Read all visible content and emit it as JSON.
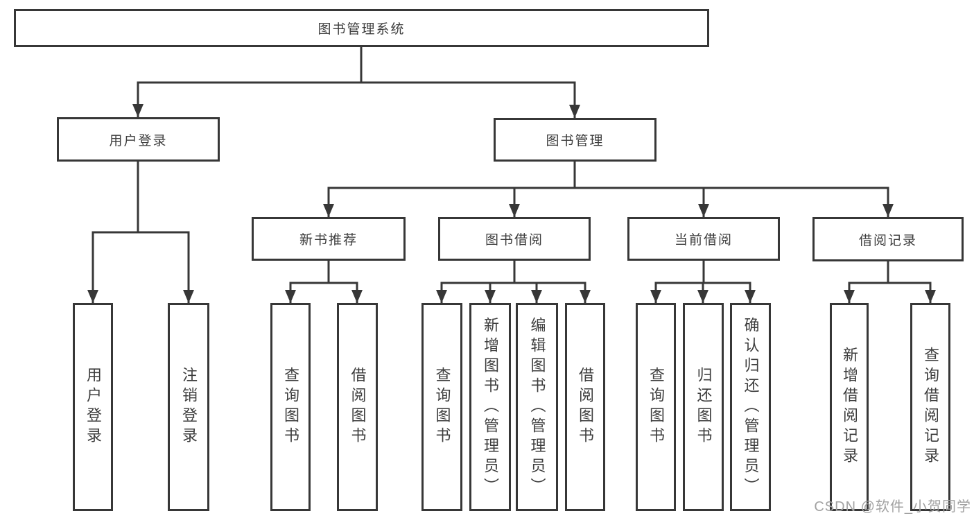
{
  "tree": {
    "label": "图书管理系统",
    "children": [
      {
        "label": "用户登录",
        "children": [
          {
            "label": "用户登录"
          },
          {
            "label": "注销登录"
          }
        ]
      },
      {
        "label": "图书管理",
        "children": [
          {
            "label": "新书推荐",
            "children": [
              {
                "label": "查询图书"
              },
              {
                "label": "借阅图书"
              }
            ]
          },
          {
            "label": "图书借阅",
            "children": [
              {
                "label": "查询图书"
              },
              {
                "label": "新增图书（管理员）"
              },
              {
                "label": "编辑图书（管理员）"
              },
              {
                "label": "借阅图书"
              }
            ]
          },
          {
            "label": "当前借阅",
            "children": [
              {
                "label": "查询图书"
              },
              {
                "label": "归还图书"
              },
              {
                "label": "确认归还（管理员）"
              }
            ]
          },
          {
            "label": "借阅记录",
            "children": [
              {
                "label": "新增借阅记录"
              },
              {
                "label": "查询借阅记录"
              }
            ]
          }
        ]
      }
    ]
  },
  "watermark": {
    "text": "CSDN @软件_小贺同学"
  },
  "colors": {
    "line": "#373737",
    "box_border": "#373737",
    "text": "#3d3d3d",
    "watermark": "#a2a2a2",
    "background": "#ffffff"
  }
}
